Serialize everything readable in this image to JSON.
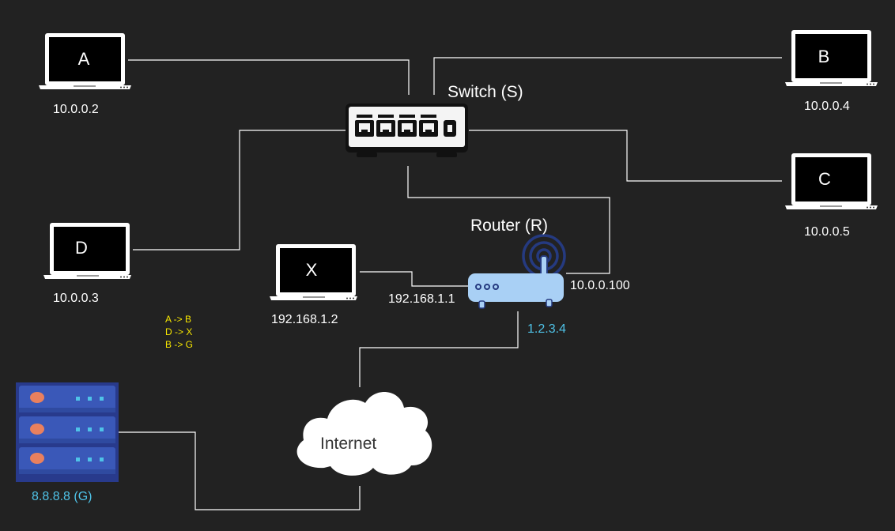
{
  "devices": {
    "A": {
      "letter": "A",
      "ip": "10.0.0.2"
    },
    "B": {
      "letter": "B",
      "ip": "10.0.0.4"
    },
    "C": {
      "letter": "C",
      "ip": "10.0.0.5"
    },
    "D": {
      "letter": "D",
      "ip": "10.0.0.3"
    },
    "X": {
      "letter": "X",
      "ip": "192.168.1.2"
    }
  },
  "switch": {
    "label": "Switch (S)"
  },
  "router": {
    "label": "Router (R)",
    "lan_ip": "10.0.0.100",
    "x_side_ip": "192.168.1.1",
    "wan_ip": "1.2.3.4"
  },
  "internet": {
    "label": "Internet"
  },
  "server": {
    "label": "8.8.8.8 (G)"
  },
  "legend": {
    "lines": [
      "A -> B",
      "D -> X",
      "B -> G"
    ]
  },
  "colors": {
    "background": "#222222",
    "wires": "#ffffff",
    "public_ip": "#4fc3e8",
    "legend": "#f4e400",
    "router_body": "#a9d0f5",
    "server": "#283a8c"
  }
}
